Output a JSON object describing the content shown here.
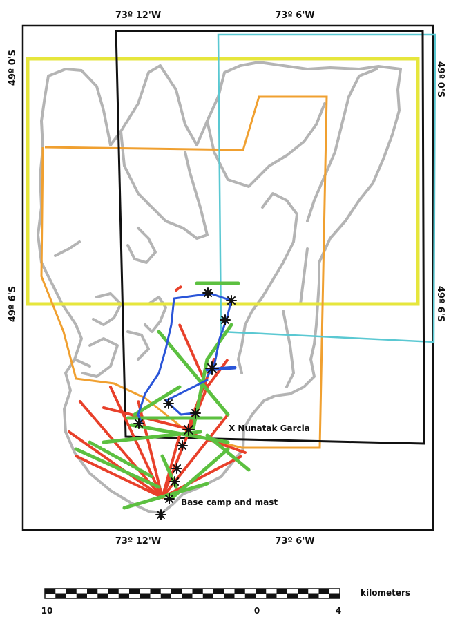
{
  "axes": {
    "top_left": "73º 12'W",
    "top_right": "73º 6'W",
    "bottom_left": "73º 12'W",
    "bottom_right": "73º 6'W",
    "left_top": "49º 0'S",
    "left_bottom": "49º 6'S",
    "right_top": "49º 0'S",
    "right_bottom": "49º 6'S"
  },
  "places": {
    "nunatak": "X Nunatak  Garcia",
    "base_camp": "Base camp and mast"
  },
  "scale": {
    "unit": "kilometers",
    "ticks": [
      "10",
      "0",
      "4"
    ],
    "segments": 28
  },
  "colors": {
    "outline": "#b4b4b4",
    "yellow_box": "#e6e63c",
    "orange_box": "#f0a030",
    "cyan_box": "#5ac8d2",
    "black_box": "#111111",
    "red_track": "#e8402a",
    "green_track": "#5cc040",
    "blue_track": "#2a55d8"
  }
}
